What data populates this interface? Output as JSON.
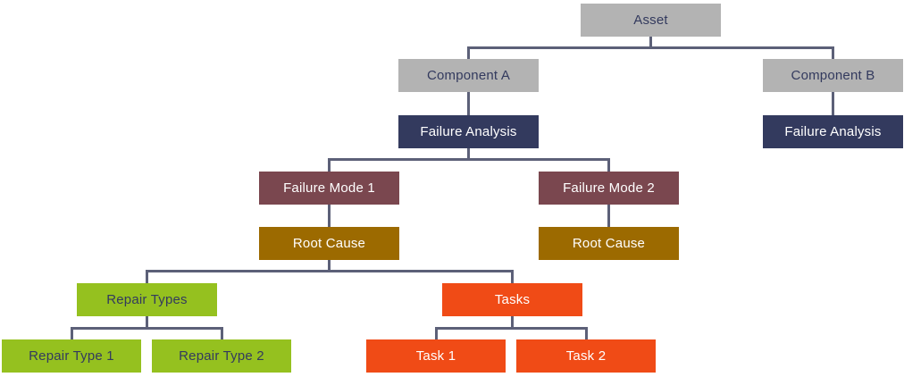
{
  "diagram": {
    "type": "hierarchy-tree",
    "description": "Asset failure analysis breakdown tree",
    "nodes": {
      "asset": {
        "label": "Asset",
        "level": 1,
        "color_role": "gray"
      },
      "component_a": {
        "label": "Component A",
        "level": 2,
        "color_role": "gray"
      },
      "component_b": {
        "label": "Component B",
        "level": 2,
        "color_role": "gray"
      },
      "failure_analysis_a": {
        "label": "Failure Analysis",
        "level": 3,
        "color_role": "navy"
      },
      "failure_analysis_b": {
        "label": "Failure Analysis",
        "level": 3,
        "color_role": "navy"
      },
      "failure_mode_1": {
        "label": "Failure Mode 1",
        "level": 4,
        "color_role": "maroon"
      },
      "failure_mode_2": {
        "label": "Failure Mode 2",
        "level": 4,
        "color_role": "maroon"
      },
      "root_cause_1": {
        "label": "Root Cause",
        "level": 5,
        "color_role": "gold"
      },
      "root_cause_2": {
        "label": "Root Cause",
        "level": 5,
        "color_role": "gold"
      },
      "repair_types": {
        "label": "Repair Types",
        "level": 6,
        "color_role": "green"
      },
      "tasks": {
        "label": "Tasks",
        "level": 6,
        "color_role": "orange"
      },
      "repair_type_1": {
        "label": "Repair Type 1",
        "level": 7,
        "color_role": "green"
      },
      "repair_type_2": {
        "label": "Repair Type 2",
        "level": 7,
        "color_role": "green"
      },
      "task_1": {
        "label": "Task 1",
        "level": 7,
        "color_role": "orange"
      },
      "task_2": {
        "label": "Task 2",
        "level": 7,
        "color_role": "orange"
      }
    },
    "edges": [
      [
        "asset",
        "component_a"
      ],
      [
        "asset",
        "component_b"
      ],
      [
        "component_a",
        "failure_analysis_a"
      ],
      [
        "component_b",
        "failure_analysis_b"
      ],
      [
        "failure_analysis_a",
        "failure_mode_1"
      ],
      [
        "failure_analysis_a",
        "failure_mode_2"
      ],
      [
        "failure_mode_1",
        "root_cause_1"
      ],
      [
        "failure_mode_2",
        "root_cause_2"
      ],
      [
        "root_cause_1",
        "repair_types"
      ],
      [
        "root_cause_1",
        "tasks"
      ],
      [
        "repair_types",
        "repair_type_1"
      ],
      [
        "repair_types",
        "repair_type_2"
      ],
      [
        "tasks",
        "task_1"
      ],
      [
        "tasks",
        "task_2"
      ]
    ],
    "colors": {
      "gray": "#b3b3b3",
      "navy": "#333a5e",
      "maroon": "#7a474f",
      "gold": "#9c6a00",
      "green": "#95c11f",
      "orange": "#f04b16",
      "connector": "#5c6078",
      "text_dark": "#333a5e",
      "text_light": "#ffffff"
    }
  }
}
